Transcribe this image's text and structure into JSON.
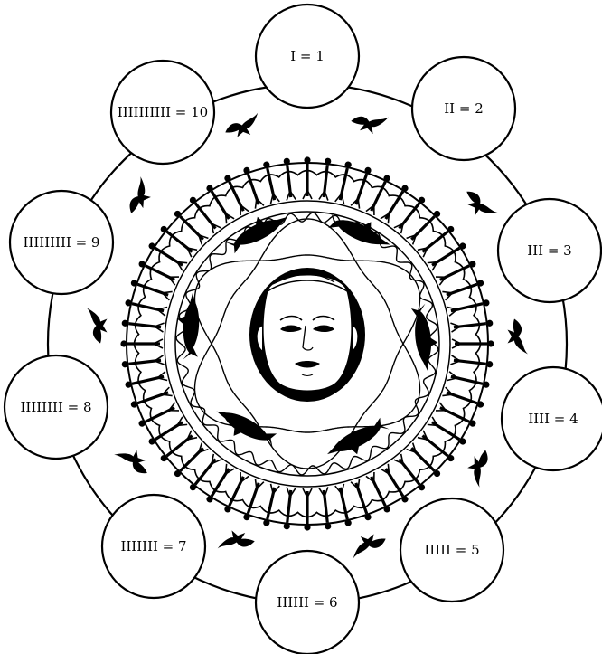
{
  "colors": {
    "ink": "#000000",
    "paper": "#ffffff"
  },
  "center": {
    "icon": "face-icon"
  },
  "numerals": [
    {
      "label": "I = 1"
    },
    {
      "label": "II = 2"
    },
    {
      "label": "III = 3"
    },
    {
      "label": "IIII = 4"
    },
    {
      "label": "IIIII = 5"
    },
    {
      "label": "IIIIII = 6"
    },
    {
      "label": "IIIIIII = 7"
    },
    {
      "label": "IIIIIIII = 8"
    },
    {
      "label": "IIIIIIIII = 9"
    },
    {
      "label": "IIIIIIIIII = 10"
    }
  ],
  "decorations": {
    "bird_icon": "bird-icon",
    "dolphin_icon": "dolphin-icon",
    "person_icon": "person-figure-icon"
  }
}
